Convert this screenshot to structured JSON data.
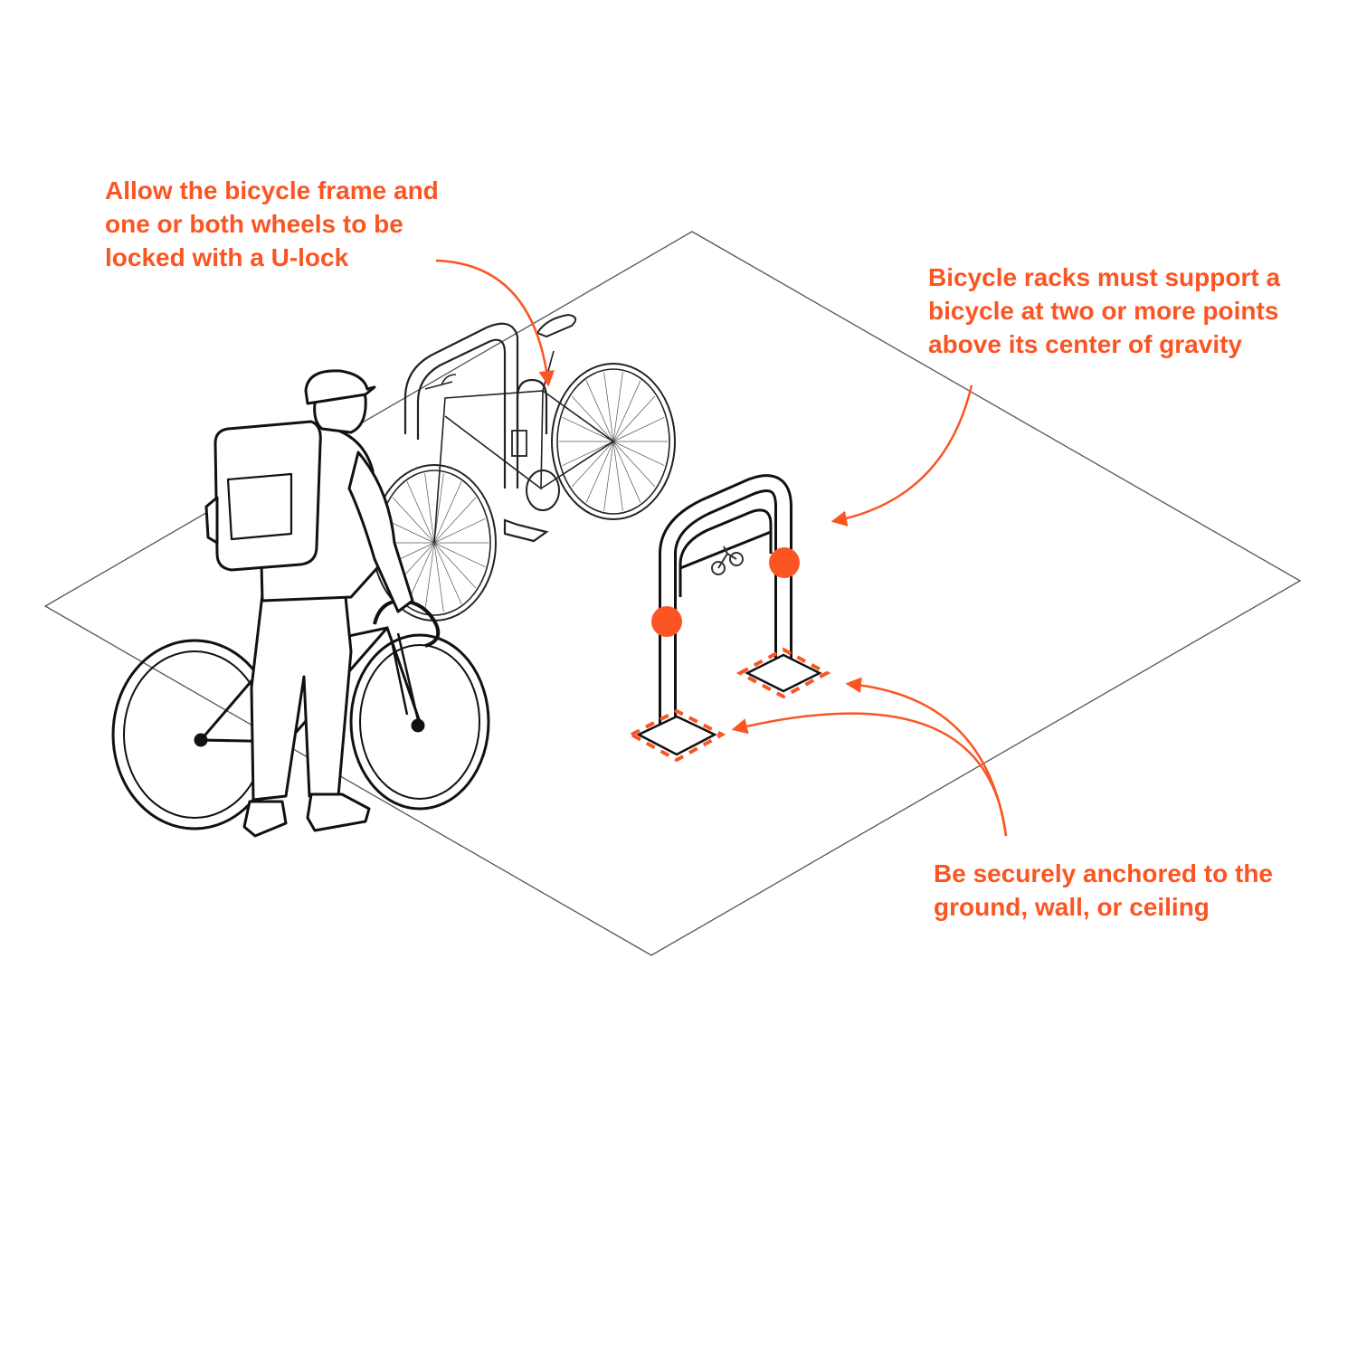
{
  "colors": {
    "accent": "#fa5522",
    "line": "#111111",
    "ground": "#555555",
    "background": "#ffffff"
  },
  "callouts": {
    "ulock": "Allow the bicycle frame and\none or both wheels to be\nlocked with a U-lock",
    "support": "Bicycle racks must support a\nbicycle at two or more points\nabove its center of gravity",
    "anchor": "Be securely anchored to the\nground, wall, or ceiling"
  }
}
